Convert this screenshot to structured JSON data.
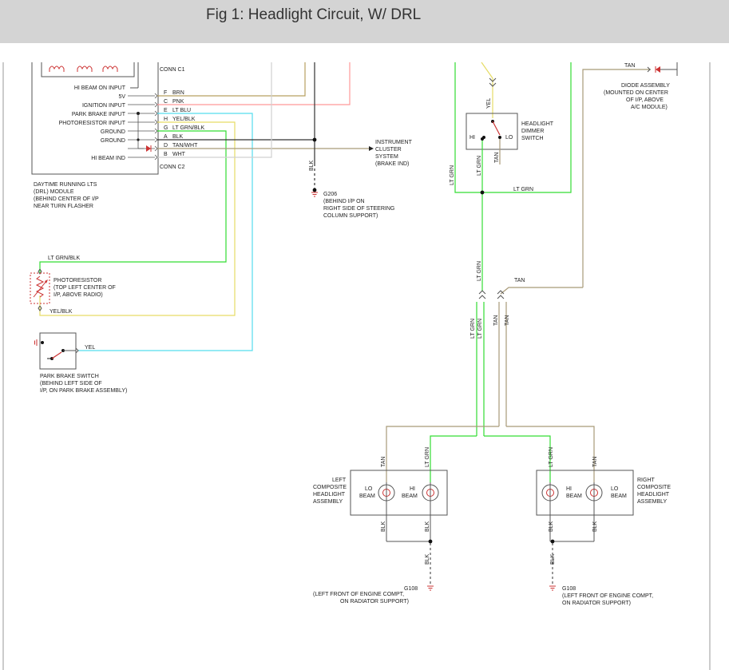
{
  "header": {
    "title": "Fig 1: Headlight Circuit, W/ DRL"
  },
  "colors": {
    "green": "#33dd33",
    "tan": "#a89a78",
    "brown": "#b8a060",
    "pink": "#ff9999",
    "blue": "#55ddee",
    "yellow": "#e6dc66",
    "black": "#333333",
    "white": "#d0d0d0",
    "header_bg": "#d4d4d4"
  },
  "module": {
    "conn_c1": "CONN C1",
    "conn_c2": "CONN C2",
    "labels": [
      "HI BEAM ON INPUT",
      "5V",
      "IGNITION INPUT",
      "PARK BRAKE INPUT",
      "PHOTORESISTOR INPUT",
      "GROUND",
      "GROUND",
      "HI BEAM IND"
    ],
    "pins": [
      {
        "pin": "F",
        "wire": "BRN"
      },
      {
        "pin": "C",
        "wire": "PNK"
      },
      {
        "pin": "E",
        "wire": "LT BLU"
      },
      {
        "pin": "H",
        "wire": "YEL/BLK"
      },
      {
        "pin": "G",
        "wire": "LT GRN/BLK"
      },
      {
        "pin": "A",
        "wire": "BLK"
      },
      {
        "pin": "D",
        "wire": "TAN/WHT"
      },
      {
        "pin": "B",
        "wire": "WHT"
      }
    ],
    "caption": [
      "DAYTIME RUNNING LTS",
      "(DRL) MODULE",
      "(BEHIND CENTER OF I/P",
      "NEAR TURN FLASHER"
    ]
  },
  "instrument_cluster": [
    "INSTRUMENT",
    "CLUSTER",
    "SYSTEM",
    "(BRAKE IND)"
  ],
  "g206": {
    "wire": "BLK",
    "lines": [
      "G206",
      "(BEHIND I/P ON",
      "RIGHT SIDE OF STEERING",
      "COLUMN SUPPORT)"
    ]
  },
  "photoresistor": {
    "wire_top": "LT GRN/BLK",
    "wire_bottom": "YEL/BLK",
    "lines": [
      "PHOTORESISTOR",
      "(TOP LEFT CENTER OF",
      "I/P, ABOVE RADIO)"
    ]
  },
  "park_brake": {
    "wire": "YEL",
    "lines": [
      "PARK BRAKE SWITCH",
      "(BEHIND LEFT SIDE OF",
      "I/P, ON PARK BRAKE ASSEMBLY)"
    ]
  },
  "dimmer": {
    "wire_in": "YEL",
    "hi": "HI",
    "lo": "LO",
    "wire_hi": "LT GRN",
    "wire_lo": "TAN",
    "lines": [
      "HEADLIGHT",
      "DIMMER",
      "SWITCH"
    ]
  },
  "diode": {
    "wire": "TAN",
    "lines": [
      "DIODE ASSEMBLY",
      "(MOUNTED ON CENTER",
      "OF I/P, ABOVE",
      "A/C MODULE)"
    ]
  },
  "wires": {
    "lt_grn": "LT GRN",
    "tan": "TAN",
    "blk": "BLK"
  },
  "left_headlight": {
    "lo": [
      "LO",
      "BEAM"
    ],
    "hi": [
      "HI",
      "BEAM"
    ],
    "lines": [
      "LEFT",
      "COMPOSITE",
      "HEADLIGHT",
      "ASSEMBLY"
    ]
  },
  "right_headlight": {
    "hi": [
      "HI",
      "BEAM"
    ],
    "lo": [
      "LO",
      "BEAM"
    ],
    "lines": [
      "RIGHT",
      "COMPOSITE",
      "HEADLIGHT",
      "ASSEMBLY"
    ]
  },
  "g108_left": {
    "lines": [
      "G108",
      "(LEFT FRONT OF ENGINE COMPT,",
      "ON RADIATOR SUPPORT)"
    ]
  },
  "g108_right": {
    "lines": [
      "G108",
      "(LEFT FRONT OF ENGINE COMPT,",
      "ON RADIATOR SUPPORT)"
    ]
  }
}
